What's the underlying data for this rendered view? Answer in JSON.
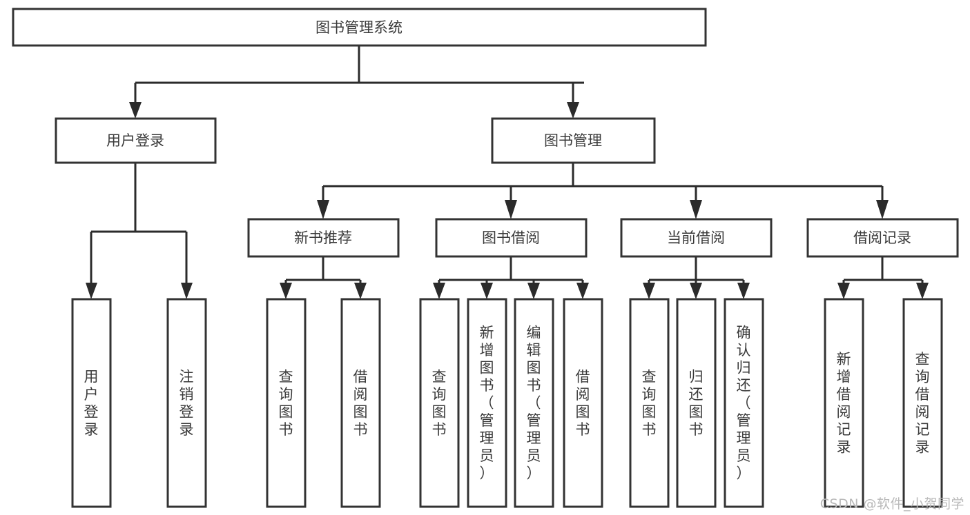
{
  "diagram": {
    "type": "tree-hierarchy",
    "orientation": "top-down",
    "root": {
      "id": "root",
      "label": "图书管理系统"
    },
    "level1": [
      {
        "id": "user-login",
        "label": "用户登录"
      },
      {
        "id": "book-management",
        "label": "图书管理"
      }
    ],
    "level2": [
      {
        "id": "new-book-recommend",
        "label": "新书推荐",
        "parent": "book-management"
      },
      {
        "id": "book-borrow",
        "label": "图书借阅",
        "parent": "book-management"
      },
      {
        "id": "current-borrow",
        "label": "当前借阅",
        "parent": "book-management"
      },
      {
        "id": "borrow-record",
        "label": "借阅记录",
        "parent": "book-management"
      }
    ],
    "leaves": [
      {
        "id": "leaf-user-login",
        "label": "用户登录",
        "parent": "user-login"
      },
      {
        "id": "leaf-logout-login",
        "label": "注销登录",
        "parent": "user-login"
      },
      {
        "id": "leaf-query-book-1",
        "label": "查询图书",
        "parent": "new-book-recommend"
      },
      {
        "id": "leaf-borrow-book-1",
        "label": "借阅图书",
        "parent": "new-book-recommend"
      },
      {
        "id": "leaf-query-book-2",
        "label": "查询图书",
        "parent": "book-borrow"
      },
      {
        "id": "leaf-add-book",
        "label": "新增图书（管理员）",
        "parent": "book-borrow"
      },
      {
        "id": "leaf-edit-book",
        "label": "编辑图书（管理员）",
        "parent": "book-borrow"
      },
      {
        "id": "leaf-borrow-book-2",
        "label": "借阅图书",
        "parent": "book-borrow"
      },
      {
        "id": "leaf-query-book-3",
        "label": "查询图书",
        "parent": "current-borrow"
      },
      {
        "id": "leaf-return-book",
        "label": "归还图书",
        "parent": "current-borrow"
      },
      {
        "id": "leaf-confirm-return",
        "label": "确认归还（管理员）",
        "parent": "current-borrow"
      },
      {
        "id": "leaf-add-record",
        "label": "新增借阅记录",
        "parent": "borrow-record"
      },
      {
        "id": "leaf-query-record",
        "label": "查询借阅记录",
        "parent": "borrow-record"
      }
    ],
    "colors": {
      "box_fill": "#ffffff",
      "box_stroke": "#333333",
      "connector": "#2b2b2b",
      "text": "#3a3a3a",
      "background": "#ffffff",
      "watermark": "#b9b9b9"
    }
  },
  "watermark": {
    "text": "CSDN @软件_小贺同学"
  }
}
